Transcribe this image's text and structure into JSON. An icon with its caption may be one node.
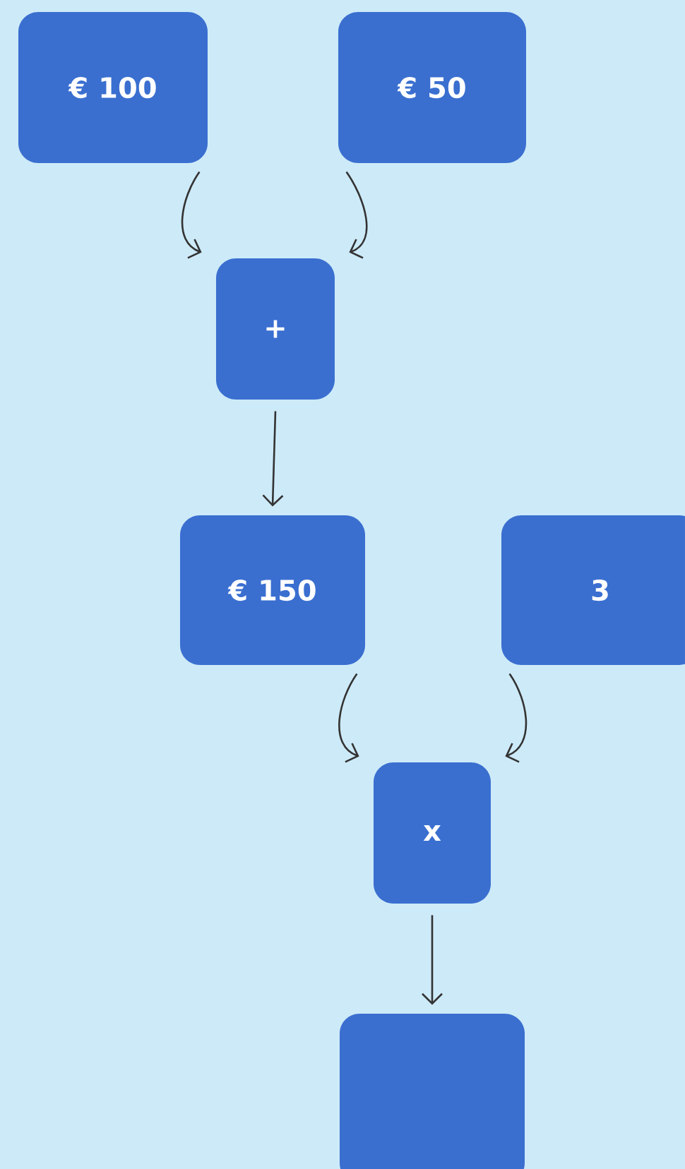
{
  "diagram": {
    "nodes": [
      {
        "text": [
          "€ 100"
        ]
      },
      {
        "text": [
          "€ 50"
        ]
      },
      {
        "text": [
          "+"
        ]
      },
      {
        "text": [
          "€ 150"
        ]
      },
      {
        "text": [
          "3"
        ]
      },
      {
        "text": [
          "x"
        ]
      },
      {
        "text": [],
        "shape": "box"
      }
    ],
    "edges": [
      {
        "from": 0,
        "to": 2,
        "arrow": "to"
      },
      {
        "from": 1,
        "to": 2,
        "arrow": "to"
      },
      {
        "from": 2,
        "to": 3,
        "arrow": "to"
      },
      {
        "from": 3,
        "to": 5,
        "arrow": "to"
      },
      {
        "from": 4,
        "to": 5,
        "arrow": "to"
      },
      {
        "from": 5,
        "to": 6,
        "arrow": "to"
      }
    ]
  }
}
